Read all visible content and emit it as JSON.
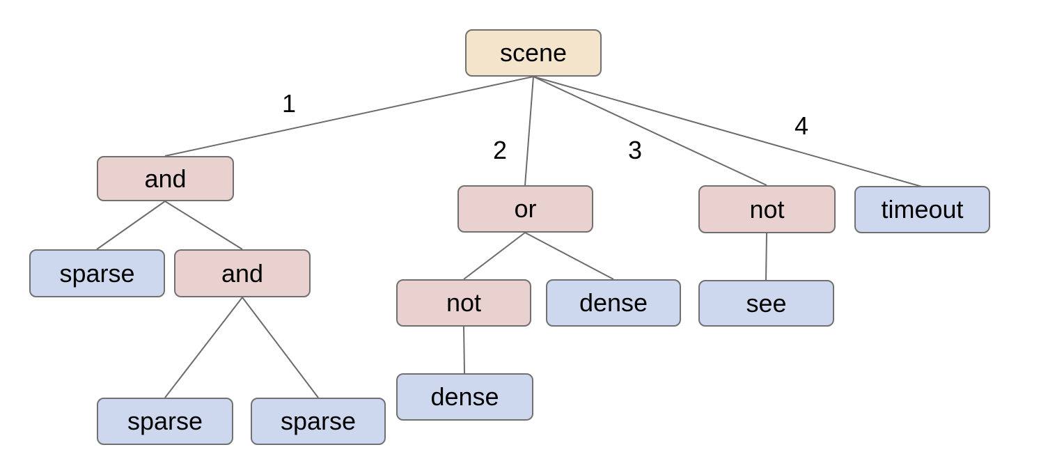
{
  "diagram": {
    "type": "tree",
    "colors": {
      "root_fill": "#f4e4cb",
      "operator_fill": "#e9d1d0",
      "leaf_fill": "#cdd8ef",
      "node_border": "#707070",
      "edge_line": "#6b6b6b",
      "text": "#000000",
      "background": "#ffffff"
    },
    "nodes": {
      "scene": {
        "label": "scene",
        "kind": "root"
      },
      "and1": {
        "label": "and",
        "kind": "operator"
      },
      "or1": {
        "label": "or",
        "kind": "operator"
      },
      "not1": {
        "label": "not",
        "kind": "operator"
      },
      "timeout1": {
        "label": "timeout",
        "kind": "leaf"
      },
      "sparse1": {
        "label": "sparse",
        "kind": "leaf"
      },
      "and2": {
        "label": "and",
        "kind": "operator"
      },
      "not2": {
        "label": "not",
        "kind": "operator"
      },
      "dense1": {
        "label": "dense",
        "kind": "leaf"
      },
      "see1": {
        "label": "see",
        "kind": "leaf"
      },
      "sparse2": {
        "label": "sparse",
        "kind": "leaf"
      },
      "sparse3": {
        "label": "sparse",
        "kind": "leaf"
      },
      "dense2": {
        "label": "dense",
        "kind": "leaf"
      }
    },
    "edge_labels": {
      "branch1": "1",
      "branch2": "2",
      "branch3": "3",
      "branch4": "4"
    },
    "structure": {
      "scene": {
        "1": {
          "and": [
            "sparse",
            {
              "and": [
                "sparse",
                "sparse"
              ]
            }
          ]
        },
        "2": {
          "or": [
            {
              "not": [
                "dense"
              ]
            },
            "dense"
          ]
        },
        "3": {
          "not": [
            "see"
          ]
        },
        "4": "timeout"
      }
    }
  }
}
